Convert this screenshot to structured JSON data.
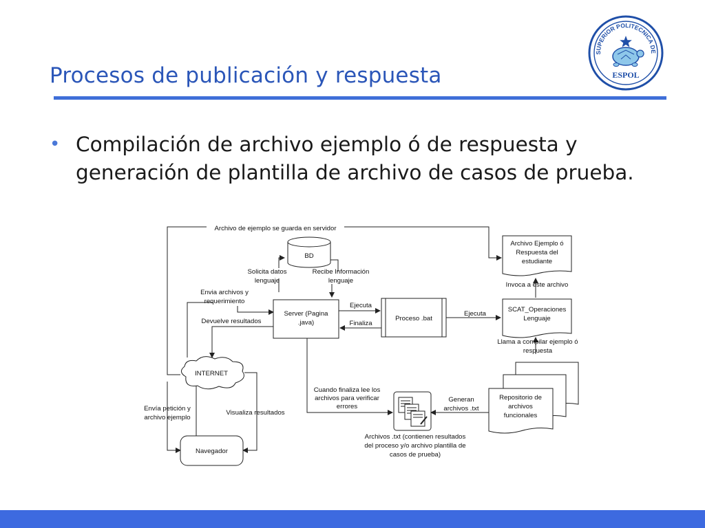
{
  "slide": {
    "title": "Procesos de publicación y respuesta",
    "bullets": [
      "Compilación de archivo ejemplo ó de respuesta y generación de plantilla de archivo de casos de prueba."
    ]
  },
  "logo": {
    "top_text": "ESCUELA SUPERIOR POLITECNICA DEL LITORAL",
    "bottom_text": "ESPOL"
  },
  "diagram": {
    "top_arrow_label": "Archivo de ejemplo se guarda en servidor",
    "bd": "BD",
    "solicita": [
      "Solicita datos",
      "lenguaje"
    ],
    "recibe": [
      "Recibe Información",
      "lenguaje"
    ],
    "envia_archivos": [
      "Envia archivos y",
      "requerimiento"
    ],
    "devuelve": "Devuelve resultados",
    "server": [
      "Server (Pagina",
      ".java)"
    ],
    "ejecuta_1": "Ejecuta",
    "finaliza": "Finaliza",
    "proceso_bat": "Proceso .bat",
    "ejecuta_2": "Ejecuta",
    "archivo_ejemplo": [
      "Archivo Ejemplo ó",
      "Respuesta del",
      "estudiante"
    ],
    "invoca": "Invoca a este archivo",
    "scat": [
      "SCAT_Operaciones",
      "Lenguaje"
    ],
    "llama": [
      "Llama a compilar ejemplo ó",
      "respuesta"
    ],
    "internet": "INTERNET",
    "envia_peticion": [
      "Envía petición y",
      "archivo ejemplo"
    ],
    "visualiza": "Visualiza resultados",
    "navegador": "Navegador",
    "cuando_finaliza": [
      "Cuando finaliza lee los",
      "archivos para verificar",
      "errores"
    ],
    "generan": [
      "Generan",
      "archivos .txt"
    ],
    "repositorio": [
      "Repositorio de",
      "archivos",
      "funcionales"
    ],
    "archivos_txt": [
      "Archivos .txt (contienen resultados",
      "del proceso y/o archivo plantilla de",
      "casos de prueba)"
    ]
  },
  "colors": {
    "title": "#2b56b8",
    "rule": "#3f6fd8",
    "bullet": "#4a78d8",
    "footer": "#3d6ae0",
    "logo": "#1f4fa8"
  }
}
